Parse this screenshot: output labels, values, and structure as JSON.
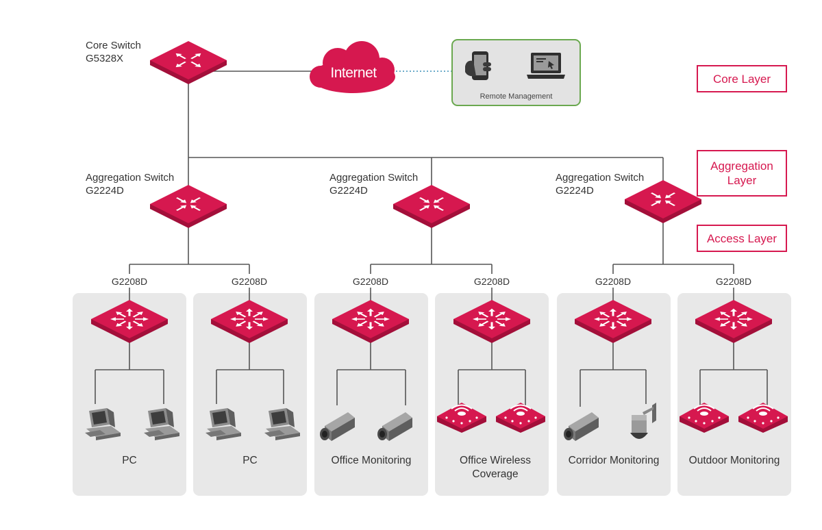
{
  "colors": {
    "accent": "#d6184f",
    "panel": "#e8e8e8",
    "remote_border": "#6aa84f",
    "line": "#555555"
  },
  "core": {
    "title": "Core Switch",
    "model": "G5328X"
  },
  "internet": {
    "label": "Internet"
  },
  "remote": {
    "label": "Remote Management",
    "icons": [
      "phone-icon",
      "laptop-icon"
    ]
  },
  "aggregation": [
    {
      "title": "Aggregation Switch",
      "model": "G2224D"
    },
    {
      "title": "Aggregation Switch",
      "model": "G2224D"
    },
    {
      "title": "Aggregation Switch",
      "model": "G2224D"
    }
  ],
  "layers": {
    "core": "Core Layer",
    "aggregation": "Aggregation Layer",
    "access": "Access Layer"
  },
  "access": [
    {
      "model": "G2208D",
      "caption": "PC",
      "device": "pc-icon"
    },
    {
      "model": "G2208D",
      "caption": "PC",
      "device": "pc-icon"
    },
    {
      "model": "G2208D",
      "caption": "Office Monitoring",
      "device": "camera-icon"
    },
    {
      "model": "G2208D",
      "caption": "Office Wireless Coverage",
      "device": "access-point-icon"
    },
    {
      "model": "G2208D",
      "caption": "Corridor Monitoring",
      "device": "camera-icon"
    },
    {
      "model": "G2208D",
      "caption": "Outdoor Monitoring",
      "device": "access-point-icon"
    }
  ]
}
